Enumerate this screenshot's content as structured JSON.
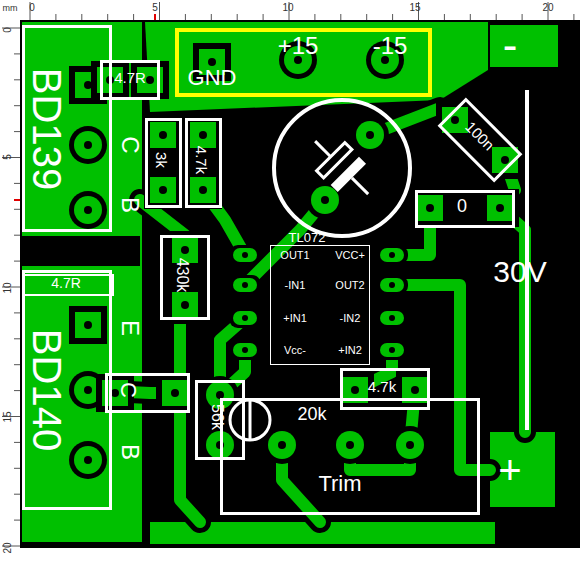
{
  "diagram": {
    "nodes": [
      {
        "text": [
          "GND",
          "+15",
          "-15"
        ]
      },
      {
        "text": [
          "BD139"
        ]
      },
      {
        "text": [
          "4.7R"
        ]
      },
      {
        "text": [
          "3k"
        ]
      },
      {
        "text": [
          "4.7k"
        ]
      },
      {
        "text": [
          "100n"
        ]
      },
      {
        "text": [
          "0"
        ]
      },
      {
        "text": [
          "TL072",
          "OUT1",
          "-IN1",
          "+IN1",
          "Vcc-",
          "VCC+",
          "OUT2",
          "-IN2",
          "+IN2"
        ]
      },
      {
        "text": [
          "430k"
        ]
      },
      {
        "text": [
          "BD140"
        ]
      },
      {
        "text": [
          "4.7R"
        ],
        "in": 9
      },
      {
        "text": [
          "C"
        ]
      },
      {
        "text": [
          "56k"
        ]
      },
      {
        "text": [
          "4.7k"
        ]
      },
      {
        "text": [
          "20k",
          "Trim"
        ]
      }
    ],
    "labels": [
      "mm",
      "0",
      "5",
      "10",
      "15",
      "20",
      "0",
      "5",
      "10",
      "15",
      "20",
      "C",
      "B",
      "E",
      "B",
      "-",
      "30V",
      "+"
    ]
  }
}
